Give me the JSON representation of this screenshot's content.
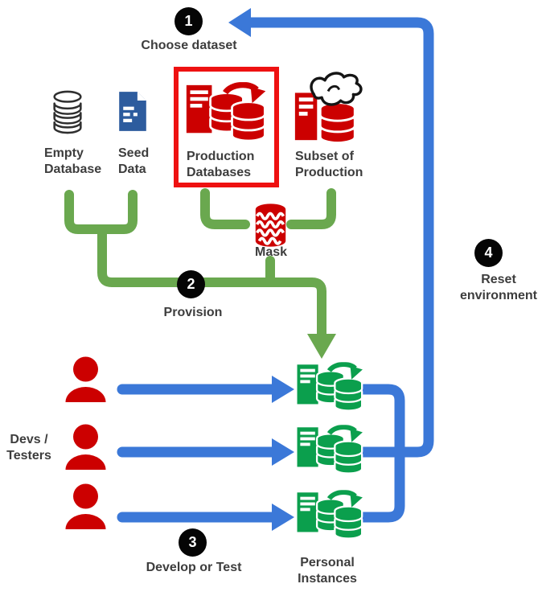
{
  "steps": [
    {
      "number": "1",
      "label": "Choose dataset"
    },
    {
      "number": "2",
      "label": "Provision"
    },
    {
      "number": "3",
      "label": "Develop or Test"
    },
    {
      "number": "4",
      "label": "Reset\nenvironment"
    }
  ],
  "datasets": {
    "empty": {
      "label": "Empty\nDatabase",
      "icon": "database-outline-icon"
    },
    "seed": {
      "label": "Seed\nData",
      "icon": "seed-document-icon"
    },
    "production": {
      "label": "Production\nDatabases",
      "icon": "database-cluster-icon",
      "highlighted": true
    },
    "subset": {
      "label": "Subset of\nProduction",
      "icon": "hand-picking-database-icon"
    }
  },
  "mask": {
    "label": "Mask",
    "icon": "masked-database-icon"
  },
  "devs": {
    "label": "Devs /\nTesters",
    "icon": "person-icon",
    "count": 3
  },
  "instances": {
    "label": "Personal\nInstances",
    "icon": "database-cluster-icon",
    "count": 3
  },
  "colors": {
    "flow_blue": "#3b78d8",
    "provision_green": "#6aa84f",
    "source_red": "#cc0000",
    "instance_green": "#0b9f4d",
    "highlight_red": "#ee1111",
    "text": "#3d3d3d",
    "badge_black": "#050505"
  }
}
